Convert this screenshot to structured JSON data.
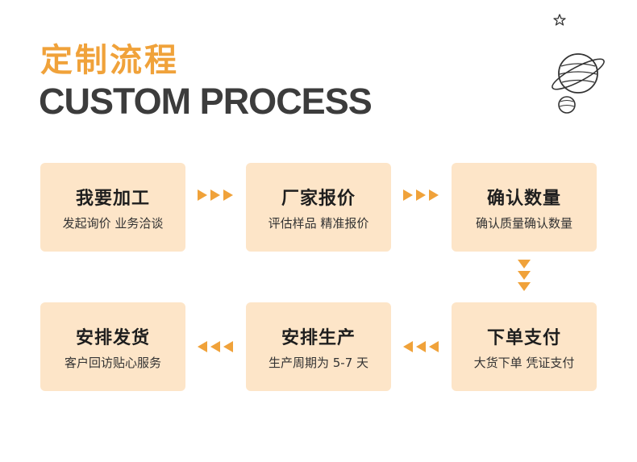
{
  "header": {
    "title_cn": "定制流程",
    "title_en": "CUSTOM PROCESS"
  },
  "colors": {
    "accent": "#f0a23a",
    "card_bg": "#fde5c8",
    "heading": "#3c3c3c"
  },
  "steps": [
    {
      "title": "我要加工",
      "subtitle": "发起询价 业务洽谈"
    },
    {
      "title": "厂家报价",
      "subtitle": "评估样品 精准报价"
    },
    {
      "title": "确认数量",
      "subtitle": "确认质量确认数量"
    },
    {
      "title": "下单支付",
      "subtitle": "大货下单 凭证支付"
    },
    {
      "title": "安排生产",
      "subtitle": "生产周期为 5-7 天"
    },
    {
      "title": "安排发货",
      "subtitle": "客户回访贴心服务"
    }
  ]
}
